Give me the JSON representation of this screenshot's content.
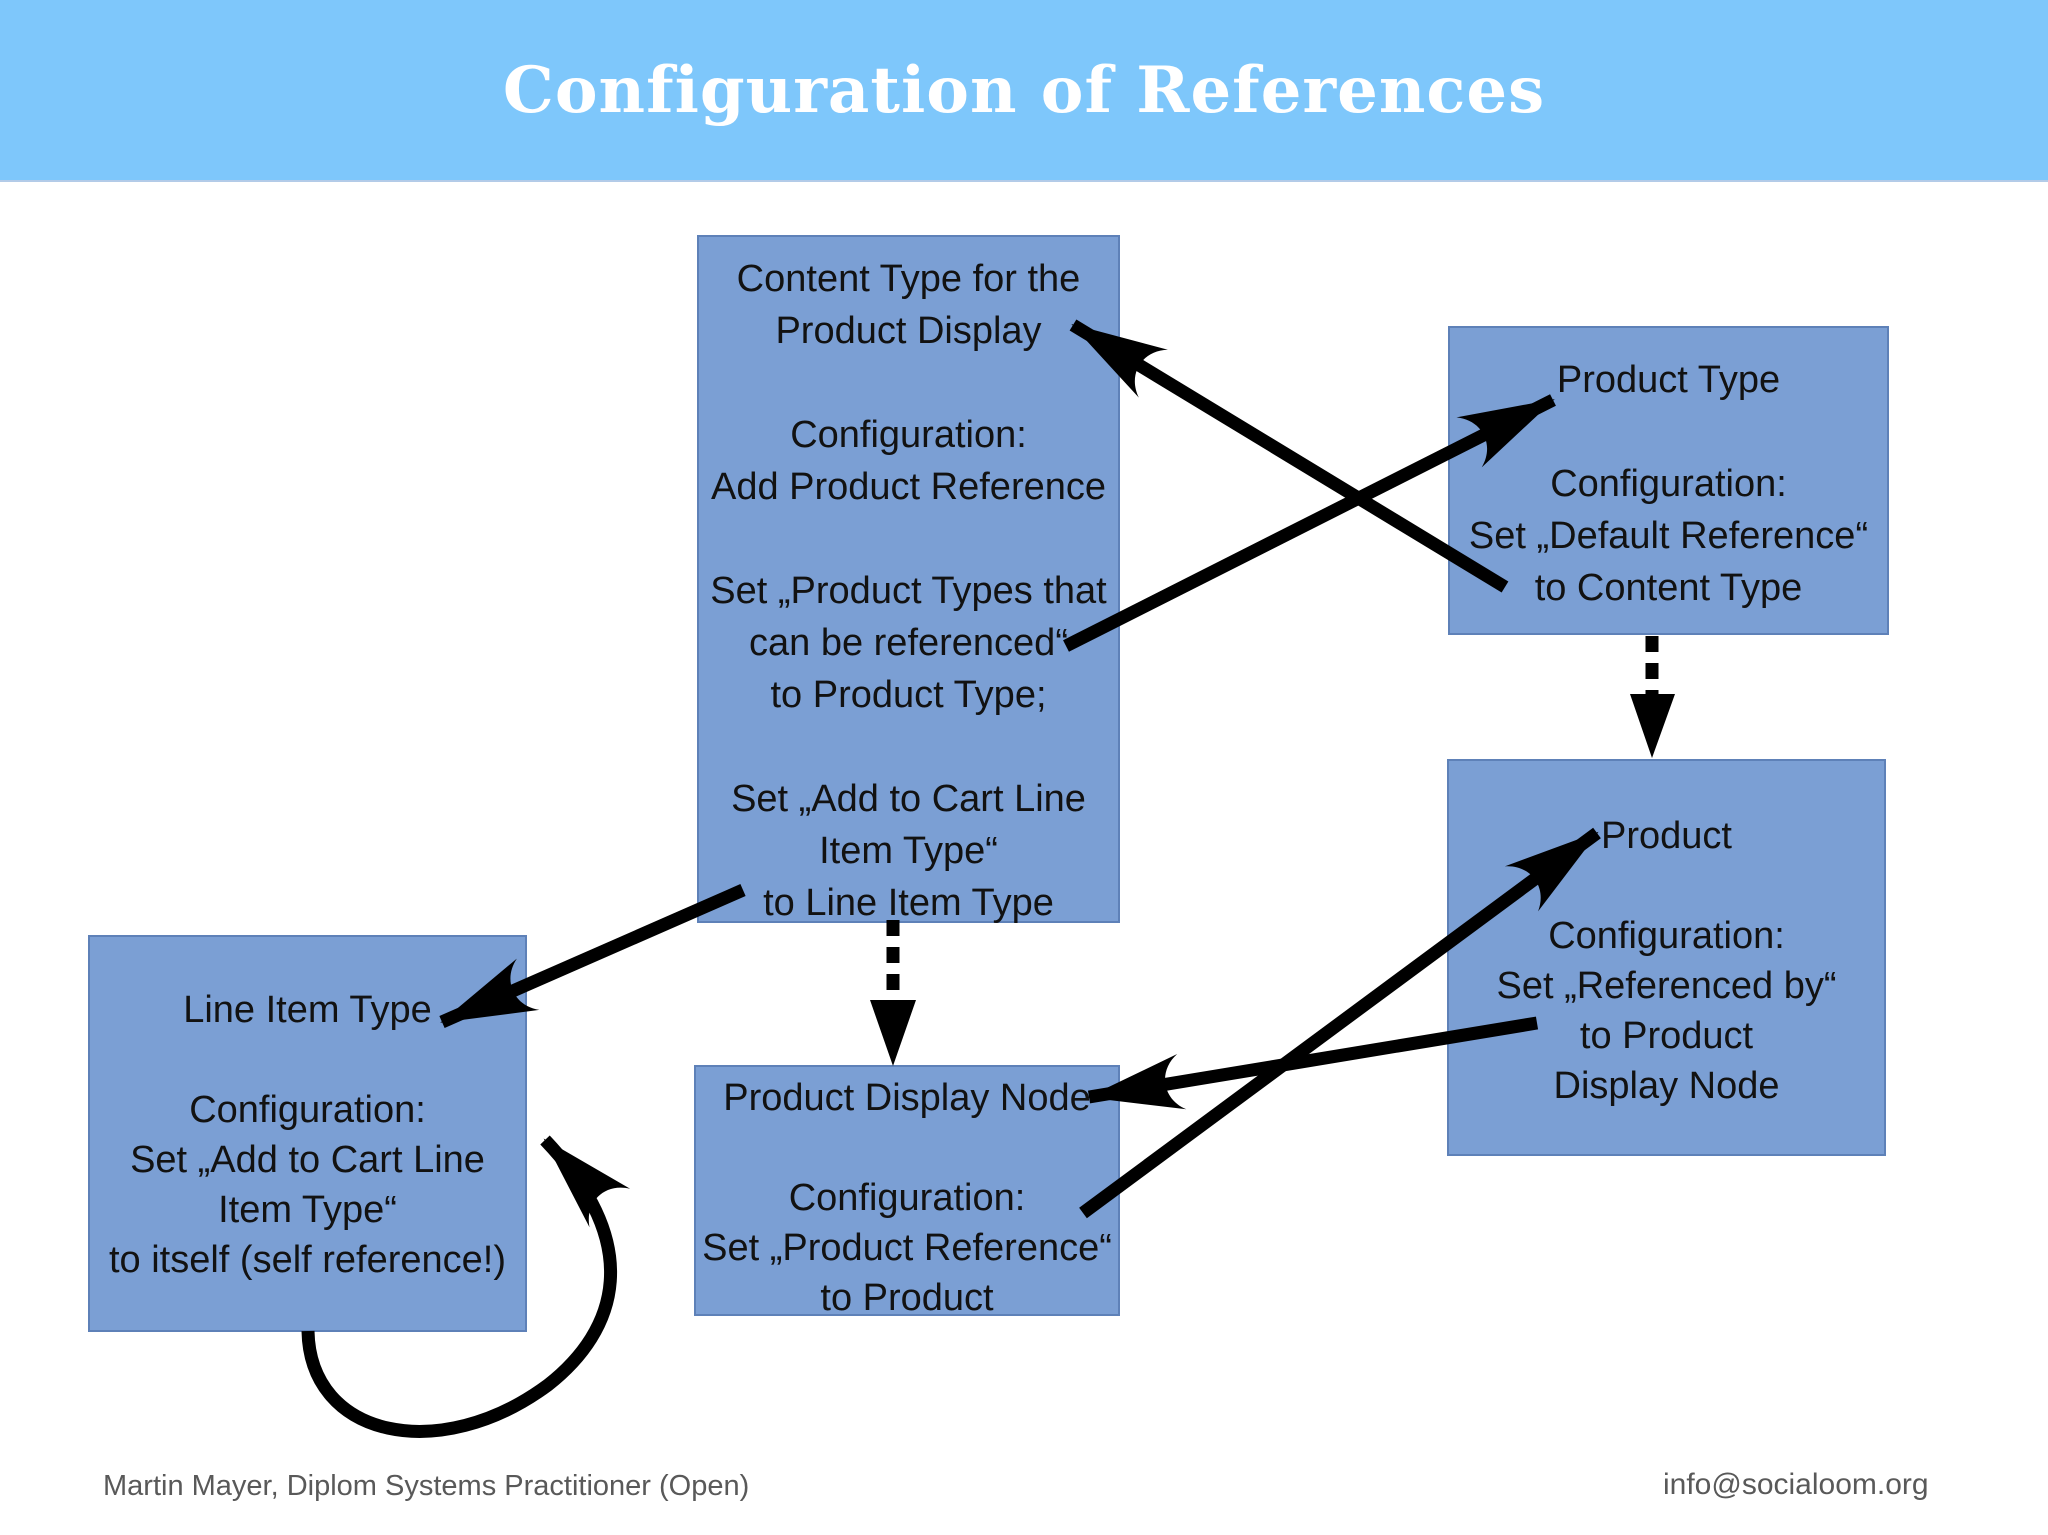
{
  "banner": {
    "title": "Configuration of References"
  },
  "nodes": {
    "content_type": {
      "name": "Content Type for the Product Display",
      "lines": [
        "Content Type for the",
        "Product Display",
        "",
        "Configuration:",
        "Add Product Reference",
        "",
        "Set „Product Types that",
        "can be referenced“",
        "to Product Type;",
        "",
        "Set „Add to Cart Line",
        "Item Type“",
        "to Line Item Type"
      ]
    },
    "product_type": {
      "name": "Product Type",
      "lines": [
        "Product Type",
        "",
        "Configuration:",
        "Set „Default Reference“",
        "to Content Type"
      ]
    },
    "product": {
      "name": "Product",
      "lines": [
        "Product",
        "",
        "Configuration:",
        "Set „Referenced by“",
        "to Product",
        "Display Node"
      ]
    },
    "product_display_node": {
      "name": "Product Display Node",
      "lines": [
        "Product Display Node",
        "",
        "Configuration:",
        "Set „Product Reference“",
        "to Product"
      ]
    },
    "line_item_type": {
      "name": "Line Item Type",
      "lines": [
        "Line Item Type",
        "",
        "Configuration:",
        "Set „Add to Cart Line",
        "Item Type“",
        "to itself (self reference!)"
      ]
    }
  },
  "edges": [
    {
      "from": "product_type",
      "to": "content_type",
      "style": "solid",
      "meaning": "Set „Default Reference“ to Content Type"
    },
    {
      "from": "content_type",
      "to": "product_type",
      "style": "solid",
      "meaning": "Set „Product Types that can be referenced“ to Product Type"
    },
    {
      "from": "content_type",
      "to": "line_item_type",
      "style": "solid",
      "meaning": "Set „Add to Cart Line Item Type“ to Line Item Type"
    },
    {
      "from": "content_type",
      "to": "product_display_node",
      "style": "dashed",
      "meaning": "Content Type produces Product Display Node"
    },
    {
      "from": "product_type",
      "to": "product",
      "style": "dashed",
      "meaning": "Product Type produces Product"
    },
    {
      "from": "product_display_node",
      "to": "product",
      "style": "solid",
      "meaning": "Set „Product Reference“ to Product"
    },
    {
      "from": "product",
      "to": "product_display_node",
      "style": "solid",
      "meaning": "Set „Referenced by“ to Product Display Node"
    },
    {
      "from": "line_item_type",
      "to": "line_item_type",
      "style": "solid-loop",
      "meaning": "Set „Add to Cart Line Item Type“ to itself (self reference!)"
    }
  ],
  "footer": {
    "left": "Martin Mayer, Diplom Systems Practitioner (Open)",
    "right": "info@socialoom.org"
  },
  "colors": {
    "banner": "#7ec7fb",
    "title_text": "#ffffff",
    "box_fill": "#7b9fd4",
    "box_border": "#5e81b8",
    "arrow": "#000000",
    "footer_text": "#595959"
  }
}
